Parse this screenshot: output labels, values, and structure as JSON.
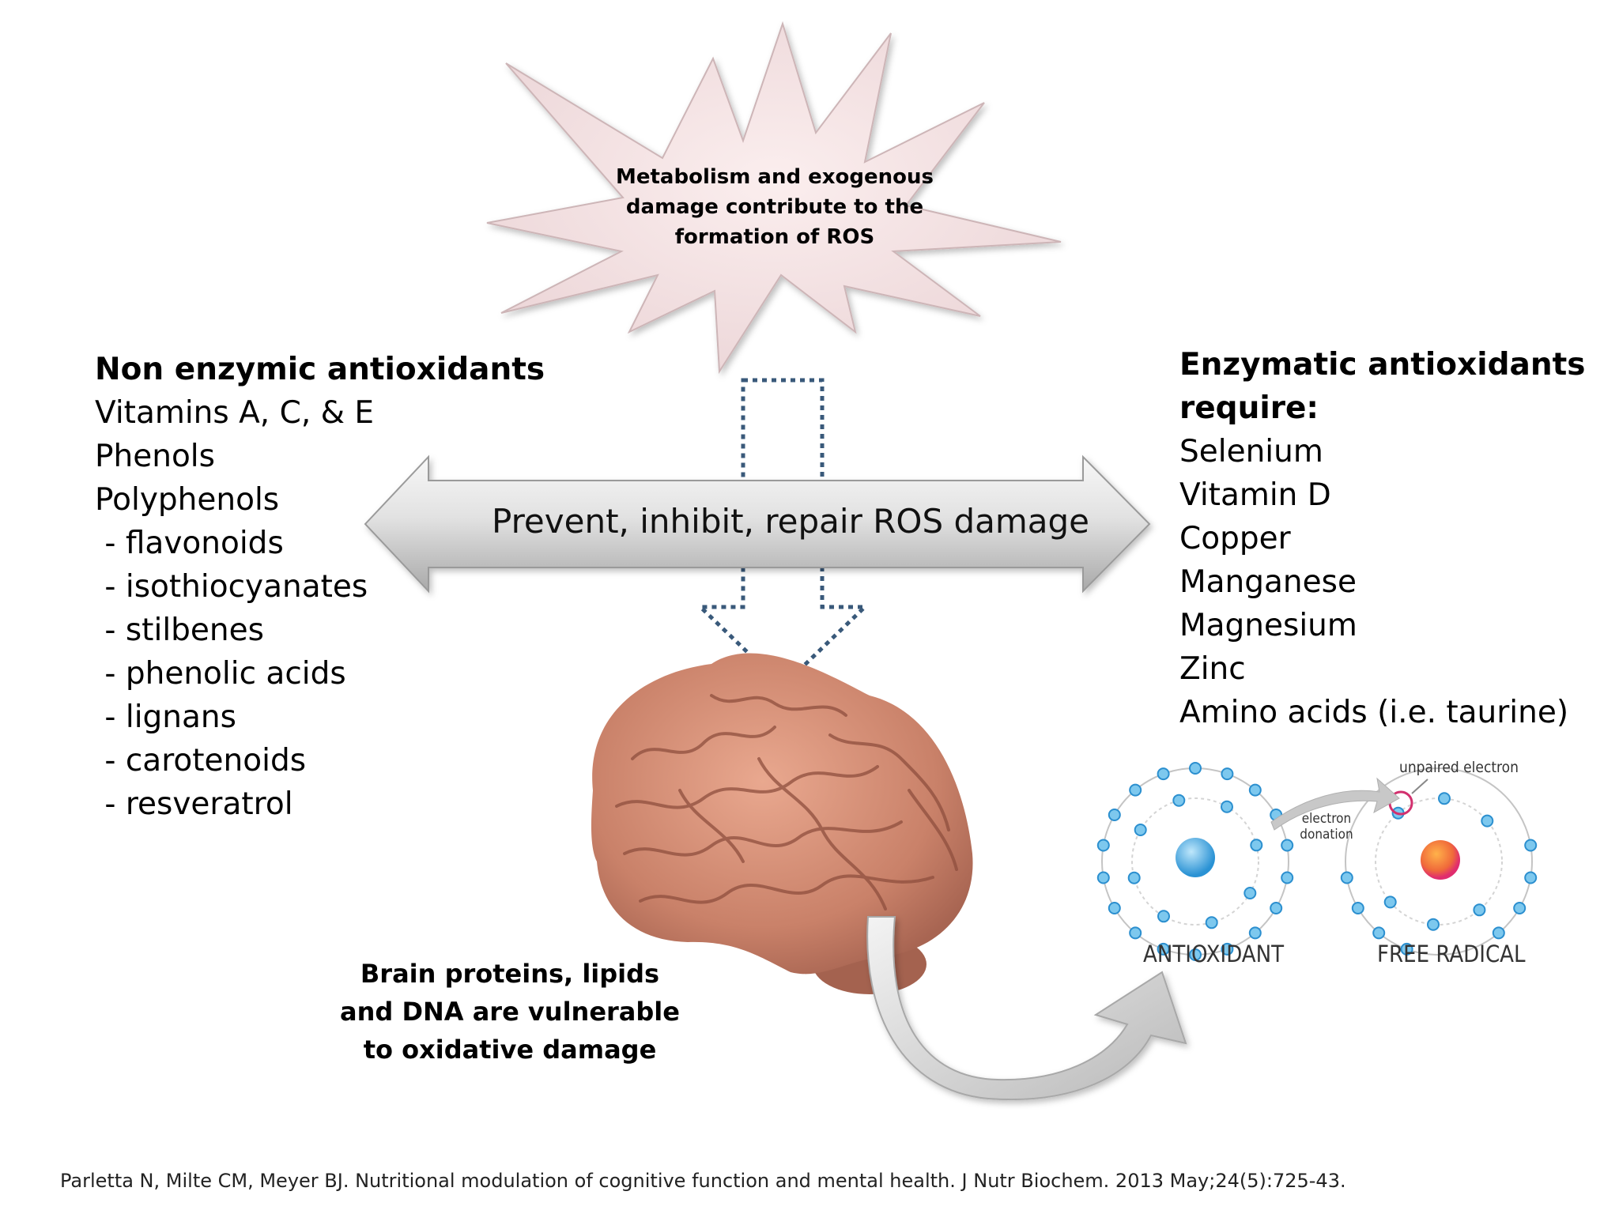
{
  "star": {
    "text": "Metabolism and exogenous damage contribute to the formation of ROS"
  },
  "arrow": {
    "label": "Prevent, inhibit, repair ROS damage"
  },
  "non_enzymic": {
    "title": "Non enzymic antioxidants",
    "items": [
      "Vitamins A, C, & E",
      "Phenols",
      "Polyphenols",
      " - flavonoids",
      " - isothiocyanates",
      " - stilbenes",
      " - phenolic acids",
      " - lignans",
      " - carotenoids",
      " - resveratrol"
    ]
  },
  "enzymatic": {
    "title_line1": "Enzymatic antioxidants",
    "title_line2": "require:",
    "items": [
      "Selenium",
      "Vitamin D",
      "Copper",
      "Manganese",
      "Magnesium",
      "Zinc",
      "Amino acids (i.e. taurine)"
    ]
  },
  "brain": {
    "caption": "Brain proteins, lipids and DNA are vulnerable to oxidative damage"
  },
  "atoms": {
    "antioxidant": "ANTIOXIDANT",
    "free_radical": "FREE RADICAL",
    "donation_line1": "electron",
    "donation_line2": "donation",
    "unpaired": "unpaired electron"
  },
  "citation": "Parletta N, Milte CM, Meyer BJ. Nutritional modulation of cognitive function and mental health. J Nutr Biochem. 2013 May;24(5):725-43."
}
